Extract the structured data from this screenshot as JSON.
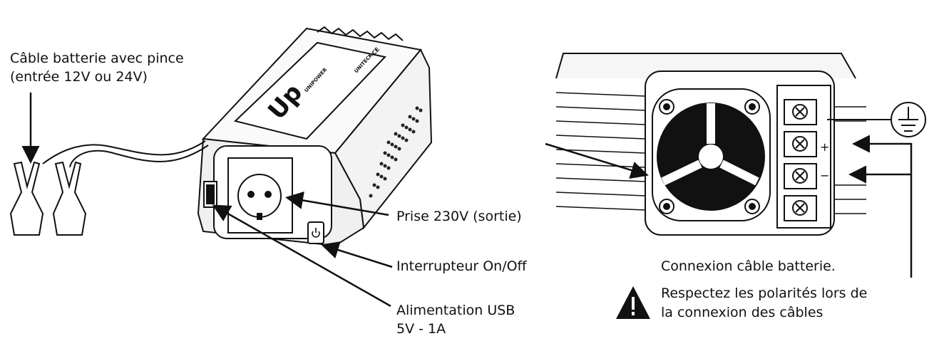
{
  "labels": {
    "battery_cable_line1": "Câble batterie avec pince",
    "battery_cable_line2": "(entrée 12V ou 24V)",
    "outlet": "Prise 230V (sortie)",
    "switch": "Interrupteur On/Off",
    "usb_line1": "Alimentation USB",
    "usb_line2": "5V - 1A",
    "battery_connection": "Connexion câble batterie.",
    "warning_line1": "Respectez les polarités lors de",
    "warning_line2": "la connexion des câbles"
  },
  "device_text": {
    "logo": "Up",
    "brand": "UNITECK",
    "model": "UNIPOWER",
    "ce_mark": "CE"
  },
  "terminal_signs": {
    "plus": "+",
    "minus": "−"
  },
  "icons": {
    "warning": "warning-triangle-icon",
    "ground": "ground-symbol-icon",
    "power": "power-icon"
  }
}
